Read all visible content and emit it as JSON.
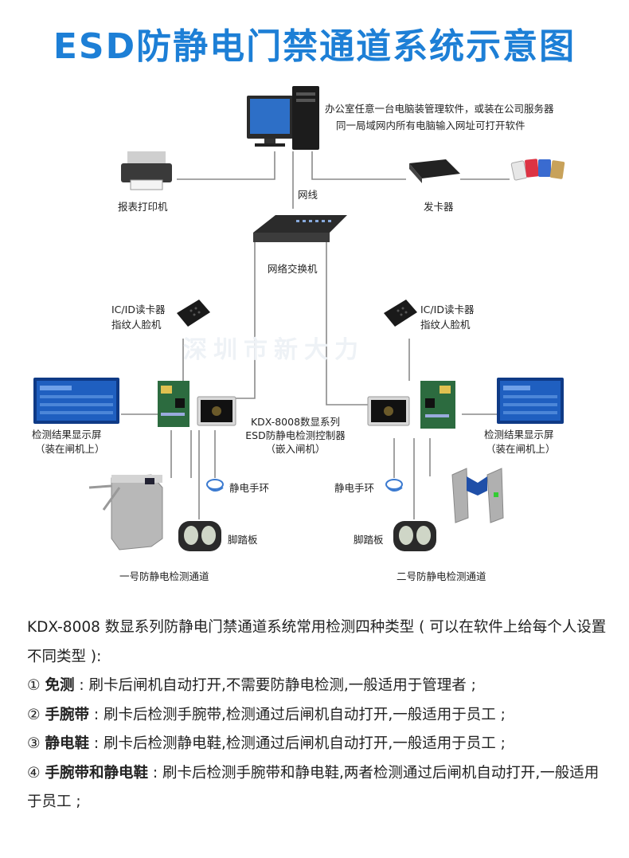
{
  "title": "ESD防静电门禁通道系统示意图",
  "labels": {
    "pc_line1": "办公室任意一台电脑装管理软件，或装在公司服务器",
    "pc_line2": "同一局域网内所有电脑输入网址可打开软件",
    "printer": "报表打印机",
    "network_cable": "网线",
    "card_issuer": "发卡器",
    "switch": "网络交换机",
    "reader_left_1": "IC/ID读卡器",
    "reader_left_2": "指纹人脸机",
    "reader_right_1": "IC/ID读卡器",
    "reader_right_2": "指纹人脸机",
    "screen_left_1": "检测结果显示屏",
    "screen_left_2": "（装在闸机上）",
    "screen_right_1": "检测结果显示屏",
    "screen_right_2": "（装在闸机上）",
    "controller_1": "KDX-8008数显系列",
    "controller_2": "ESD防静电检测控制器",
    "controller_3": "（嵌入闸机）",
    "wrist_left": "静电手环",
    "wrist_right": "静电手环",
    "foot_left": "脚踏板",
    "foot_right": "脚踏板",
    "channel_1": "一号防静电检测通道",
    "channel_2": "二号防静电检测通道"
  },
  "description": {
    "intro": "KDX-8008 数显系列防静电门禁通道系统常用检测四种类型 ( 可以在软件上给每个人设置不同类型 ):",
    "items": [
      {
        "num": "①",
        "name": "免测",
        "text": " : 刷卡后闸机自动打开,不需要防静电检测,一般适用于管理者 ;"
      },
      {
        "num": "②",
        "name": "手腕带",
        "text": " : 刷卡后检测手腕带,检测通过后闸机自动打开,一般适用于员工 ;"
      },
      {
        "num": "③",
        "name": "静电鞋",
        "text": " : 刷卡后检测静电鞋,检测通过后闸机自动打开,一般适用于员工 ;"
      },
      {
        "num": "④",
        "name": "手腕带和静电鞋",
        "text": " : 刷卡后检测手腕带和静电鞋,两者检测通过后闸机自动打开,一般适用于员工 ;"
      }
    ]
  },
  "colors": {
    "title": "#1d7fd6",
    "line": "#8a8a8a",
    "screen": "#1f5fc0",
    "board": "#2c6b3f"
  },
  "icons": [
    "monitor-icon",
    "pc-tower-icon",
    "printer-icon",
    "card-issuer-icon",
    "cards-icon",
    "network-switch-icon",
    "card-reader-icon",
    "display-screen-icon",
    "controller-board-icon",
    "controller-panel-icon",
    "turnstile-icon",
    "wrist-strap-icon",
    "foot-pedal-icon",
    "flap-barrier-icon"
  ]
}
